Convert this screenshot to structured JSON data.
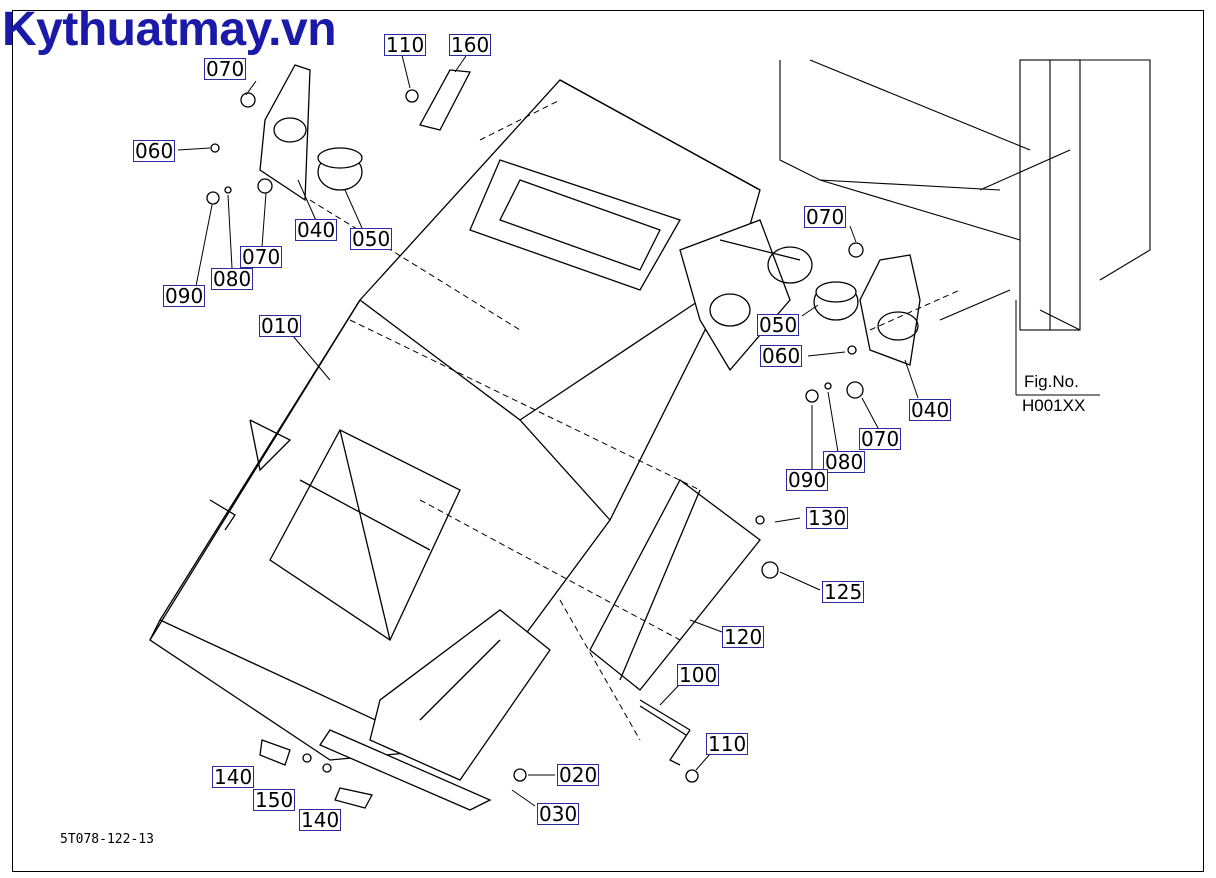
{
  "watermark": "Kythuatmay.vn",
  "figure": {
    "fig_no_label": "Fig.No.",
    "fig_no_value": "H001XX",
    "drawing_code": "5T078-122-13"
  },
  "parts": {
    "p010": "010",
    "p020": "020",
    "p030": "030",
    "p040a": "040",
    "p040b": "040",
    "p050a": "050",
    "p050b": "050",
    "p060a": "060",
    "p060b": "060",
    "p070a": "070",
    "p070b": "070",
    "p070c": "070",
    "p070d": "070",
    "p080a": "080",
    "p080b": "080",
    "p090a": "090",
    "p090b": "090",
    "p100": "100",
    "p110a": "110",
    "p110b": "110",
    "p120": "120",
    "p125": "125",
    "p130": "130",
    "p140a": "140",
    "p140b": "140",
    "p150": "150",
    "p160": "160"
  }
}
